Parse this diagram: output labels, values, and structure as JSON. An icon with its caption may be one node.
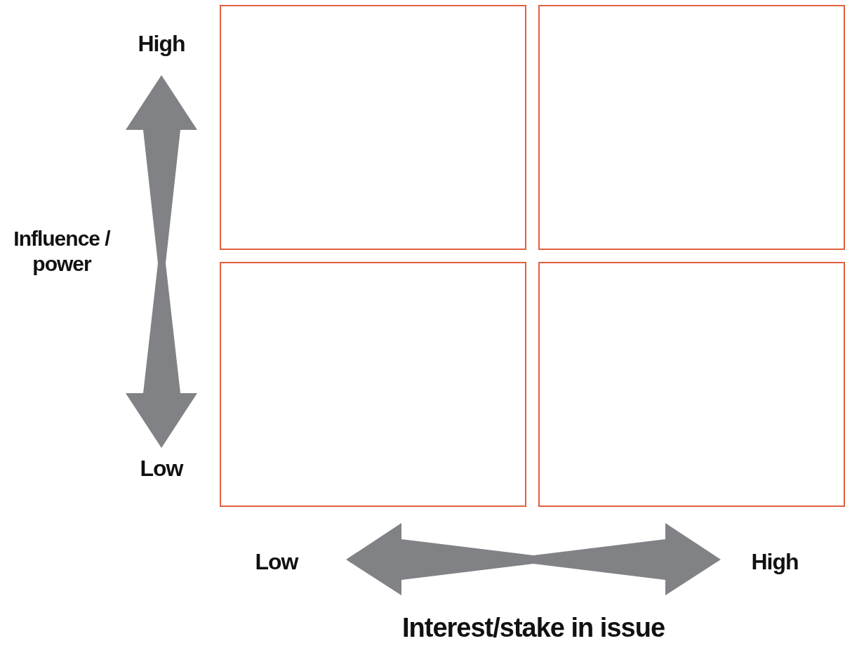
{
  "diagram": {
    "nodes": [
      {
        "text": [],
        "shape": "box"
      },
      {
        "text": [],
        "shape": "box"
      },
      {
        "text": [],
        "shape": "box"
      },
      {
        "text": [],
        "shape": "box"
      }
    ],
    "labels": [
      "High",
      "Influence / power",
      "Low",
      "Low",
      "High",
      "Interest/stake in issue"
    ]
  }
}
